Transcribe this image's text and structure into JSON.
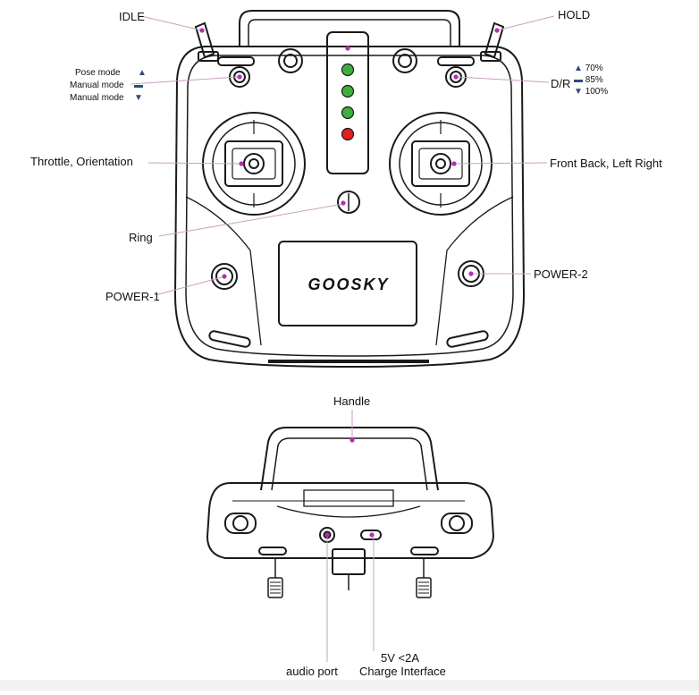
{
  "brand": "GOOSKY",
  "labels": {
    "idle": "IDLE",
    "hold": "HOLD",
    "throttle": "Throttle, Orientation",
    "front_back": "Front Back, Left Right",
    "ring": "Ring",
    "power1": "POWER-1",
    "power2": "POWER-2",
    "handle": "Handle",
    "audio_port": "audio port",
    "charge_rating": "5V <2A",
    "charge_interface": "Charge Interface",
    "dr": "D/R"
  },
  "mode_switch": [
    {
      "label": "Pose mode",
      "symbol": "up-triangle-icon"
    },
    {
      "label": "Manual mode",
      "symbol": "dash-icon"
    },
    {
      "label": "Manual mode",
      "symbol": "down-triangle-icon"
    }
  ],
  "dr_switch": [
    {
      "label": "70%",
      "symbol": "up-triangle-icon"
    },
    {
      "label": "85%",
      "symbol": "dash-icon"
    },
    {
      "label": "100%",
      "symbol": "down-triangle-icon"
    }
  ],
  "leds": [
    {
      "name": "led-1",
      "color": "#3fae3f"
    },
    {
      "name": "led-2",
      "color": "#3fae3f"
    },
    {
      "name": "led-3",
      "color": "#3fae3f"
    },
    {
      "name": "led-4",
      "color": "#e02020"
    }
  ],
  "colors": {
    "callout": "#c9a0c4",
    "marker": "#b030b0",
    "outline": "#1a1a1a",
    "symbol": "#2e4a7a"
  }
}
